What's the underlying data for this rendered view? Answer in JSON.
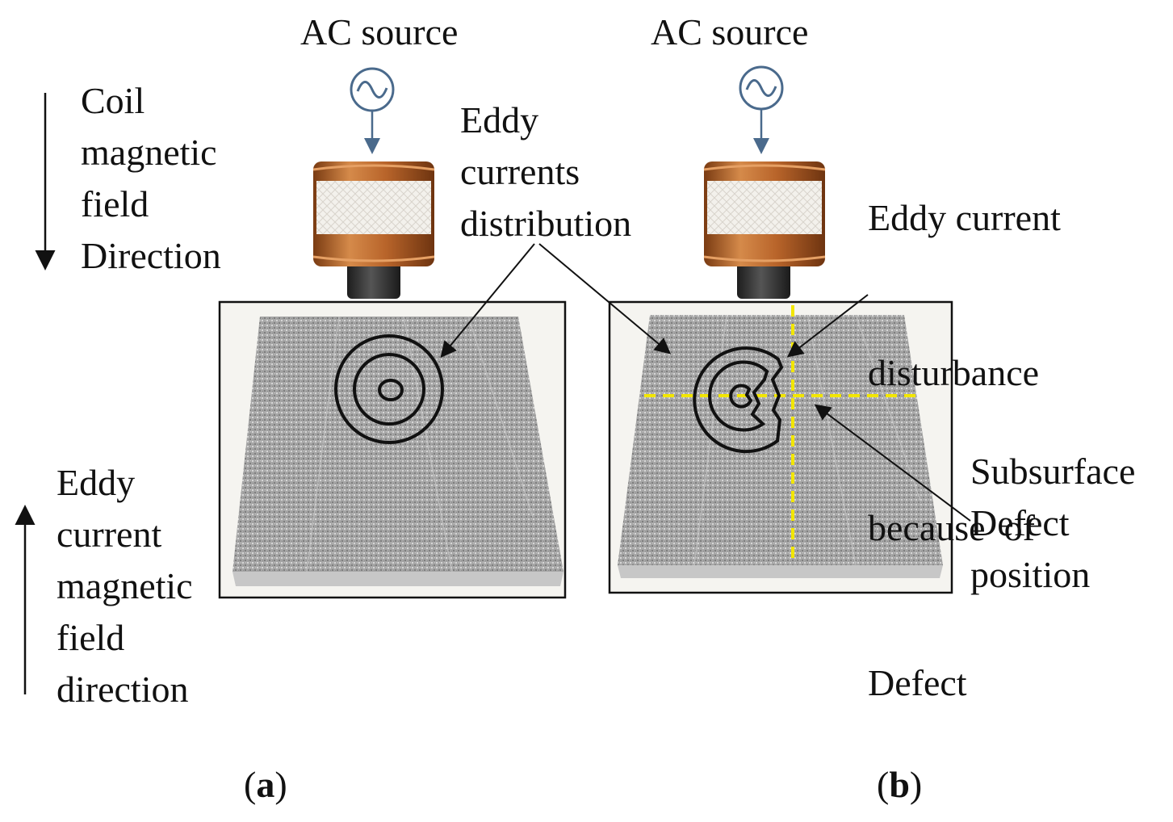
{
  "figure": {
    "source_labels": {
      "a": "AC source",
      "b": "AC source"
    },
    "coil_field_label": [
      "Coil",
      "magnetic",
      "field",
      "Direction"
    ],
    "eddy_field_label": [
      "Eddy",
      "current",
      "magnetic",
      "field",
      "direction"
    ],
    "eddy_distribution_label": [
      "Eddy",
      "currents",
      "distribution"
    ],
    "disturbance_label": [
      "Eddy current",
      "disturbance",
      "because  of",
      "Defect"
    ],
    "defect_position_label": [
      "Subsurface",
      "Defect",
      "position"
    ],
    "panel_labels": {
      "a": "a",
      "b": "b"
    },
    "colors": {
      "coil_copper": "#b8642a",
      "coil_tape": "#f2f0ea",
      "plate_metal": "#a9a9a9",
      "defect_marker": "#f2e600",
      "source_icon": "#4a6a8c"
    }
  }
}
